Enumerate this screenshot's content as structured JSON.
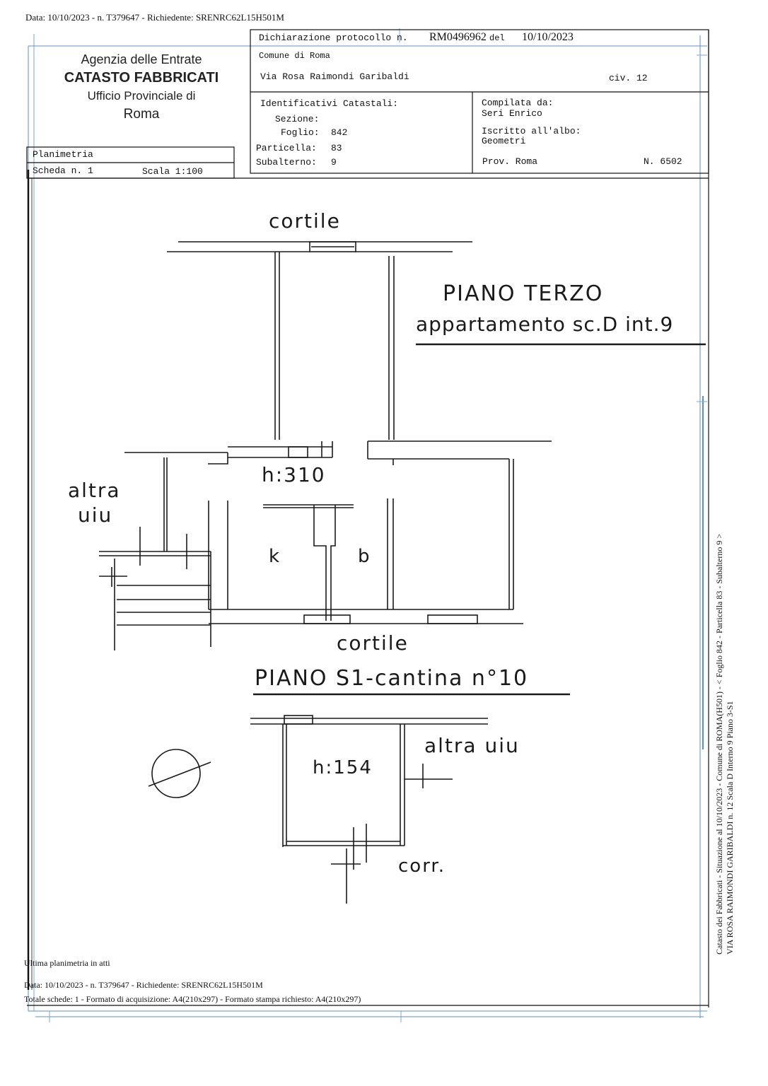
{
  "header": {
    "top_line": "Data: 10/10/2023 - n. T379647 - Richiedente: SRENRC62L15H501M"
  },
  "agency": {
    "line1": "Agenzia delle Entrate",
    "line2": "CATASTO FABBRICATI",
    "line3": "Ufficio Provinciale di",
    "line4": "Roma"
  },
  "declaration": {
    "protocol_label": "Dichiarazione protocollo n.",
    "protocol_number": "RM0496962",
    "del_label": "del",
    "date": "10/10/2023",
    "comune": "Comune di Roma",
    "address": "Via Rosa Raimondi Garibaldi",
    "civ": "civ. 12"
  },
  "identifiers": {
    "title": "Identificativi Catastali:",
    "sezione": "Sezione:",
    "foglio_label": "Foglio:",
    "foglio": "842",
    "particella_label": "Particella:",
    "particella": "83",
    "subalterno_label": "Subalterno:",
    "subalterno": "9"
  },
  "compiler": {
    "compilata_label": "Compilata da:",
    "name": "Seri Enrico",
    "albo_label": "Iscritto all'albo:",
    "albo": "Geometri",
    "prov": "Prov. Roma",
    "number": "N. 6502"
  },
  "planimetria": {
    "title": "Planimetria",
    "scheda": "Scheda n. 1",
    "scala": "Scala 1:100"
  },
  "plan": {
    "cortile_top": "cortile",
    "piano_terzo": "PIANO TERZO",
    "appartamento": "appartamento sc.D int.9",
    "height_main": "h:310",
    "altra_uiu_1": "altra",
    "altra_uiu_2": "uiu",
    "room_k": "k",
    "room_b": "b",
    "cortile_bottom": "cortile",
    "piano_s1": "PIANO S1-cantina n°10",
    "height_cantina": "h:154",
    "altra_uiu_cantina": "altra uiu",
    "corr": "corr."
  },
  "side_text": {
    "line1": "Catasto dei Fabbricati - Situazione al 10/10/2023 - Comune di ROMA(H501) - < Foglio 842 - Particella 83 - Subalterno 9 >",
    "line2": "VIA ROSA RAIMONDI GARIBALDI n. 12  Scala D Interno 9 Piano 3-S1"
  },
  "footer": {
    "ultima": "Ultima planimetria in atti",
    "data_line": "Data: 10/10/2023 - n. T379647 - Richiedente: SRENRC62L15H501M",
    "totale_line": "Totale schede: 1 - Formato di acquisizione: A4(210x297)  - Formato stampa richiesto: A4(210x297)"
  }
}
